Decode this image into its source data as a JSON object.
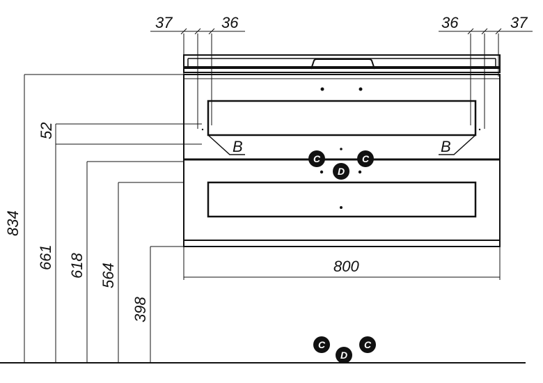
{
  "drawing": {
    "title": "Cabinet front view dimension drawing",
    "dimensions": {
      "top_left_outer": "37",
      "top_left_inner": "36",
      "top_right_inner": "36",
      "top_right_outer": "37",
      "width": "800",
      "height_total": "834",
      "height_offset": "52",
      "height_661": "661",
      "height_618": "618",
      "height_564": "564",
      "height_398": "398"
    },
    "callouts": {
      "b_left": "B",
      "b_right": "B",
      "c_upper_left": "C",
      "c_upper_right": "C",
      "d_upper": "D",
      "c_lower_left": "C",
      "c_lower_right": "C",
      "d_lower": "D"
    },
    "colors": {
      "line": "#111111",
      "background": "#ffffff"
    }
  }
}
